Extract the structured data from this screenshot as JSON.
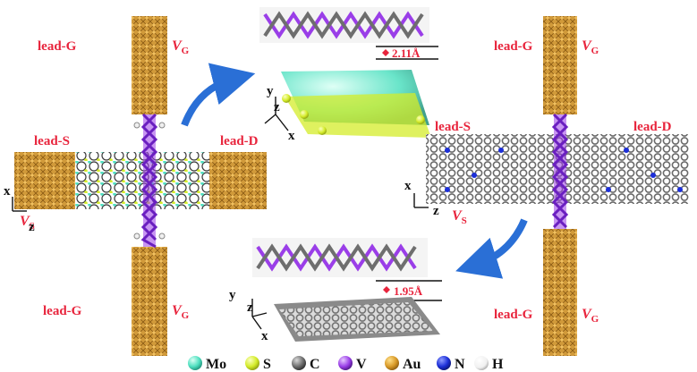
{
  "left_device": {
    "lead_g_top": "lead-G",
    "vg_top": {
      "main": "V",
      "sub": "G"
    },
    "lead_s": "lead-S",
    "lead_d": "lead-D",
    "vs": {
      "main": "V",
      "sub": "S"
    },
    "lead_g_bottom": "lead-G",
    "vg_bottom": {
      "main": "V",
      "sub": "G"
    },
    "axes": {
      "x": "x",
      "z": "z"
    }
  },
  "right_device": {
    "lead_g_top": "lead-G",
    "vg_top": {
      "main": "V",
      "sub": "G"
    },
    "lead_s": "lead-S",
    "lead_d": "lead-D",
    "vs": {
      "main": "V",
      "sub": "S"
    },
    "lead_g_bottom": "lead-G",
    "vg_bottom": {
      "main": "V",
      "sub": "G"
    },
    "axes": {
      "x": "x",
      "z": "z"
    }
  },
  "top_inset": {
    "distance": "2.11Å",
    "axes": {
      "y": "y",
      "z": "z",
      "x": "x"
    }
  },
  "bottom_inset": {
    "distance": "1.95Å",
    "axes": {
      "y": "y",
      "z": "z",
      "x": "x"
    }
  },
  "legend": [
    {
      "label": "Mo",
      "color": "#4fe0c0"
    },
    {
      "label": "S",
      "color": "#d4ec2a"
    },
    {
      "label": "C",
      "color": "#6e6e6e"
    },
    {
      "label": "V",
      "color": "#9a3ee8"
    },
    {
      "label": "Au",
      "color": "#d99a28"
    },
    {
      "label": "N",
      "color": "#1c2fd8"
    },
    {
      "label": "H",
      "color": "#f0f0f0"
    }
  ]
}
